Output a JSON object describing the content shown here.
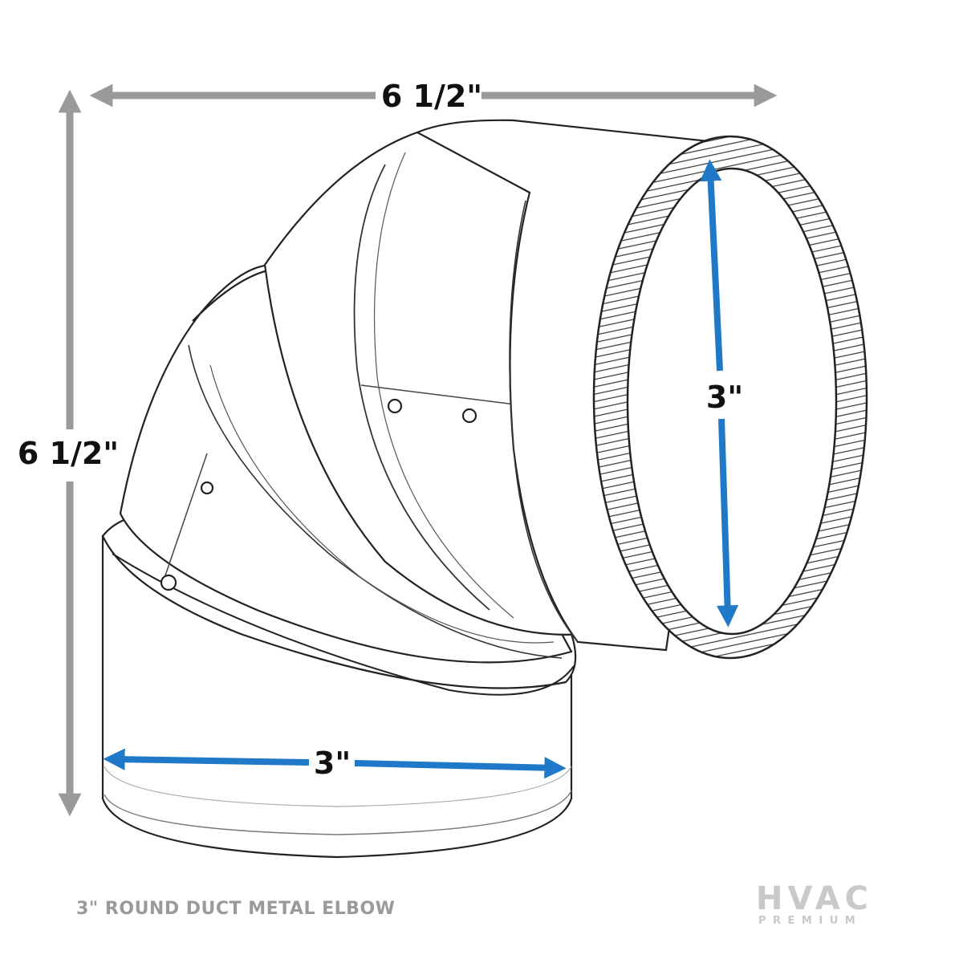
{
  "dimensions": {
    "overall_width": "6 1/2\"",
    "overall_height": "6 1/2\"",
    "outlet_diameter": "3\"",
    "inlet_diameter": "3\""
  },
  "caption": "3\" ROUND DUCT METAL ELBOW",
  "logo": {
    "brand": "HVAC",
    "tagline": "PREMIUM"
  },
  "colors": {
    "overall_arrow": "#9a9a9a",
    "diameter_arrow": "#1f78c8",
    "outline": "#222222",
    "label": "#111111"
  }
}
